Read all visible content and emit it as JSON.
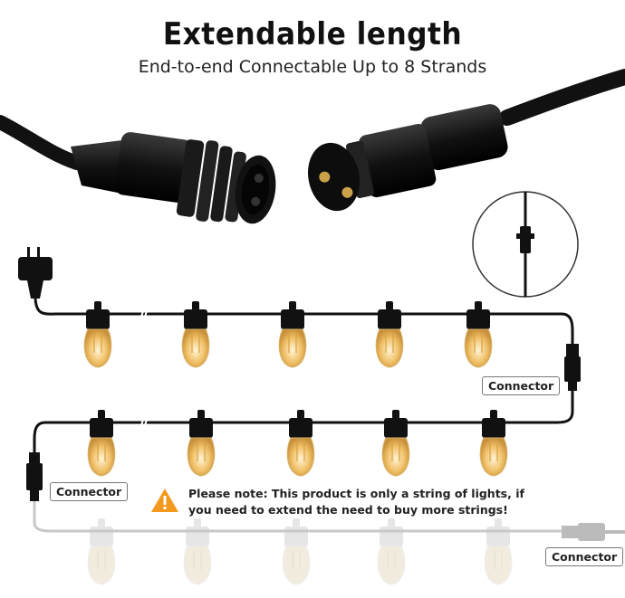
{
  "header": {
    "title": "Extendable length",
    "subtitle": "End-to-end Connectable Up to 8 Strands"
  },
  "labels": {
    "connector_1": "Connector",
    "connector_2": "Connector",
    "connector_3": "Connector"
  },
  "note": {
    "text": "Please note: This product is only a string of lights, if you need to extend the need to buy more strings!",
    "warning_color": "#f39a1e"
  },
  "colors": {
    "cable": "#111111",
    "bulb_glow": "#f3c46a",
    "faded": "#c8c8c8"
  }
}
